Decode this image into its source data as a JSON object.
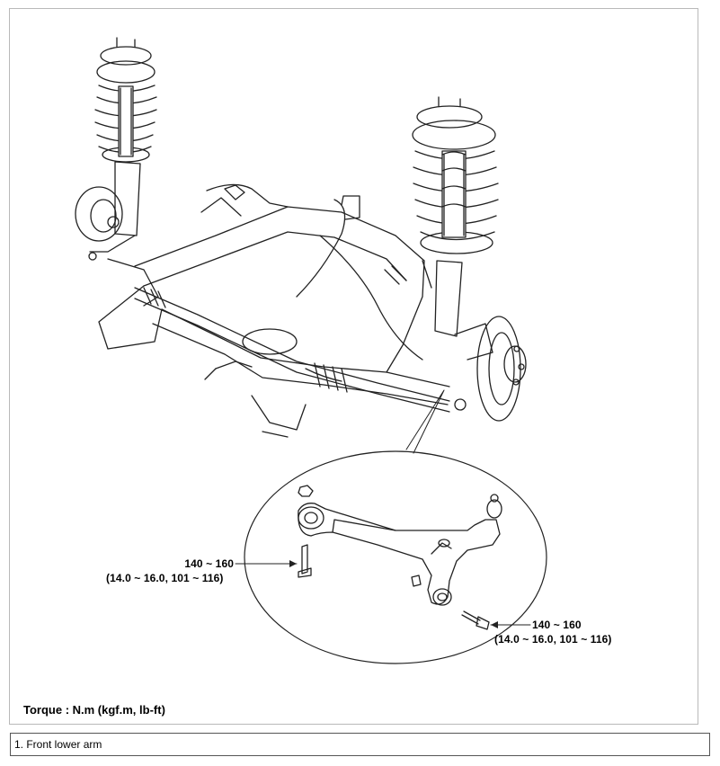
{
  "torque_callouts": [
    {
      "value": "140 ~ 160",
      "detail": "(14.0 ~ 16.0, 101 ~ 116)"
    },
    {
      "value": "140 ~ 160",
      "detail": "(14.0 ~ 16.0, 101 ~ 116)"
    }
  ],
  "torque_unit_label": "Torque : N.m (kgf.m, lb-ft)",
  "parts_legend": [
    "1. Front lower arm"
  ]
}
